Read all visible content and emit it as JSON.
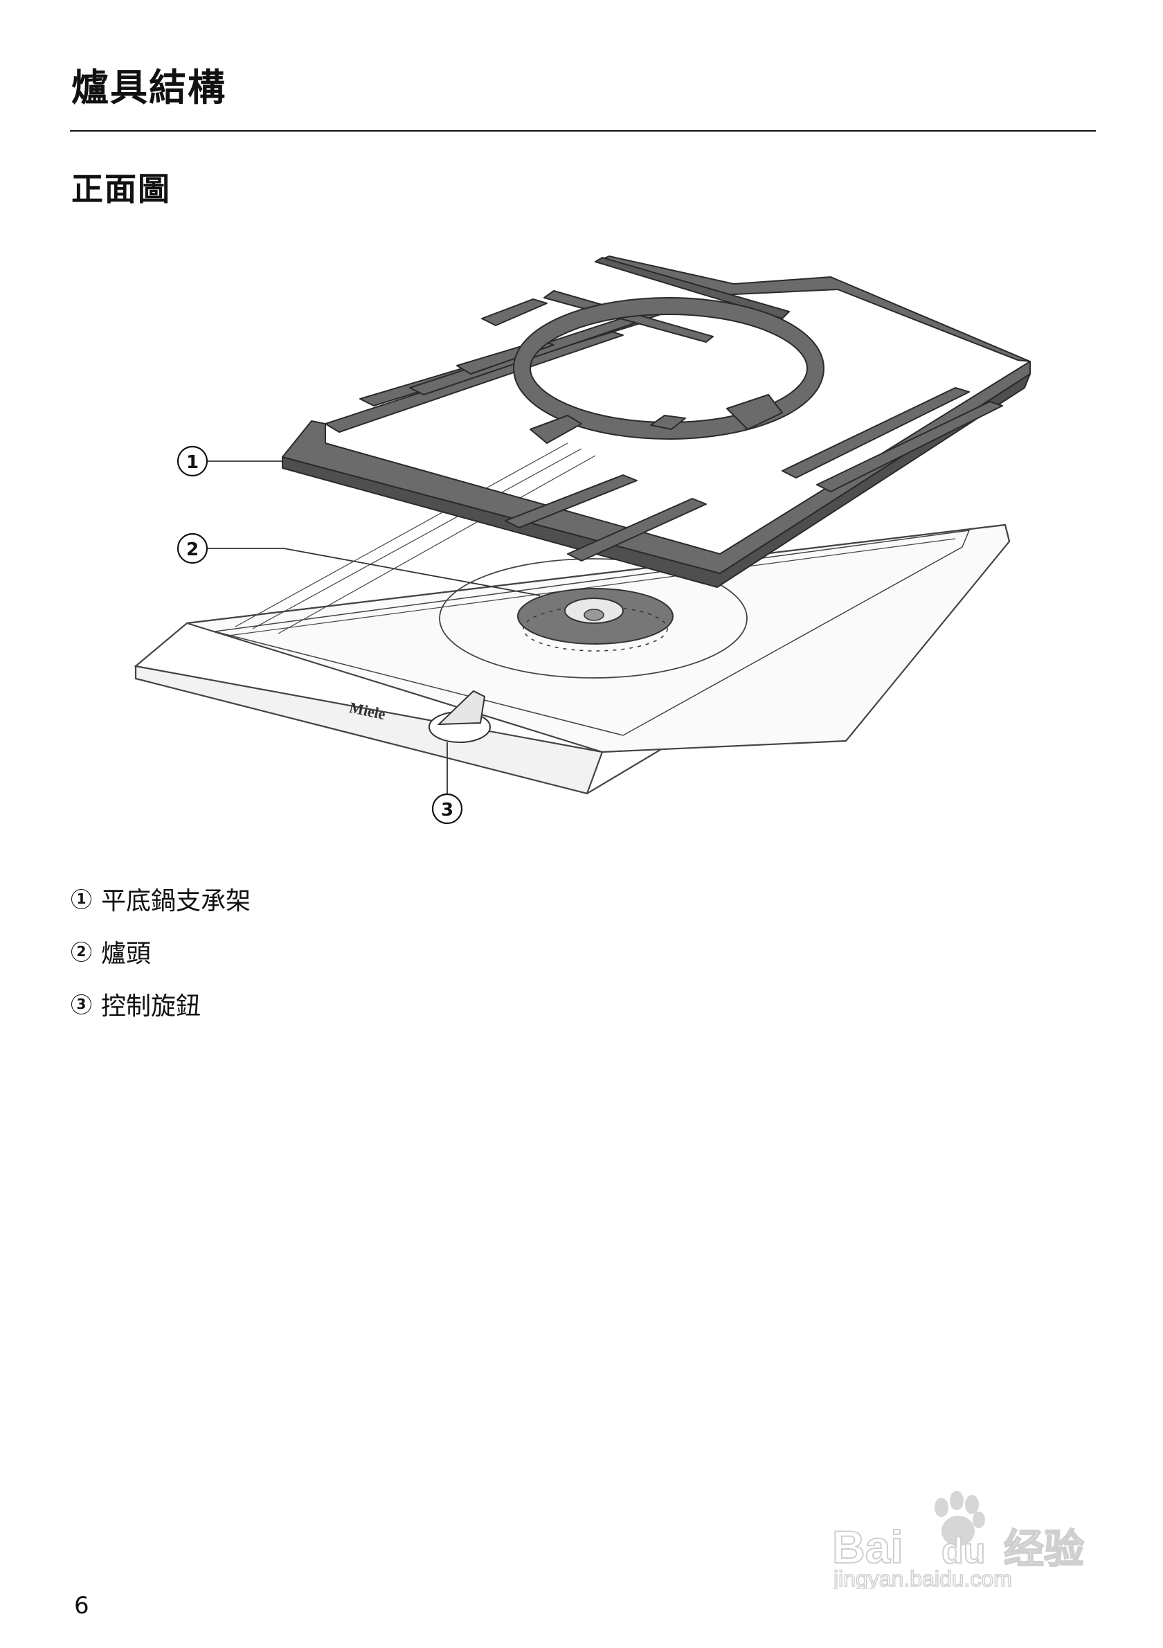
{
  "header": {
    "title": "爐具結構"
  },
  "section": {
    "title": "正面圖"
  },
  "figure": {
    "callouts": [
      "1",
      "2",
      "3"
    ],
    "brand_mark": "Miele"
  },
  "legend": [
    {
      "number": "1",
      "label": "平底鍋支承架"
    },
    {
      "number": "2",
      "label": "爐頭"
    },
    {
      "number": "3",
      "label": "控制旋鈕"
    }
  ],
  "footer": {
    "page_number": "6"
  },
  "watermark": {
    "brand": "Bai",
    "brand2": "du",
    "suffix": "经验",
    "url": "jingyan.baidu.com"
  },
  "colors": {
    "grate": "#6b6b6b",
    "grate_dark": "#4a4a4a",
    "line": "#444444",
    "watermark": "#d0d0d0"
  }
}
